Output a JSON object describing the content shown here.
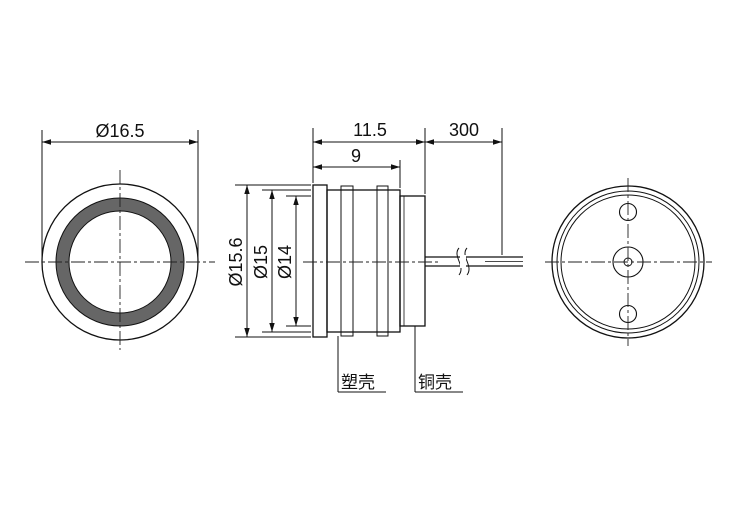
{
  "dimensions": {
    "outer_diameter": "Ø16.5",
    "total_length": "11.5",
    "body_length": "9",
    "lead_length": "300",
    "flange_diameter": "Ø15.6",
    "body_diameter": "Ø15",
    "copper_diameter": "Ø14"
  },
  "labels": {
    "plastic_shell": "塑壳",
    "copper_shell": "铜壳"
  }
}
